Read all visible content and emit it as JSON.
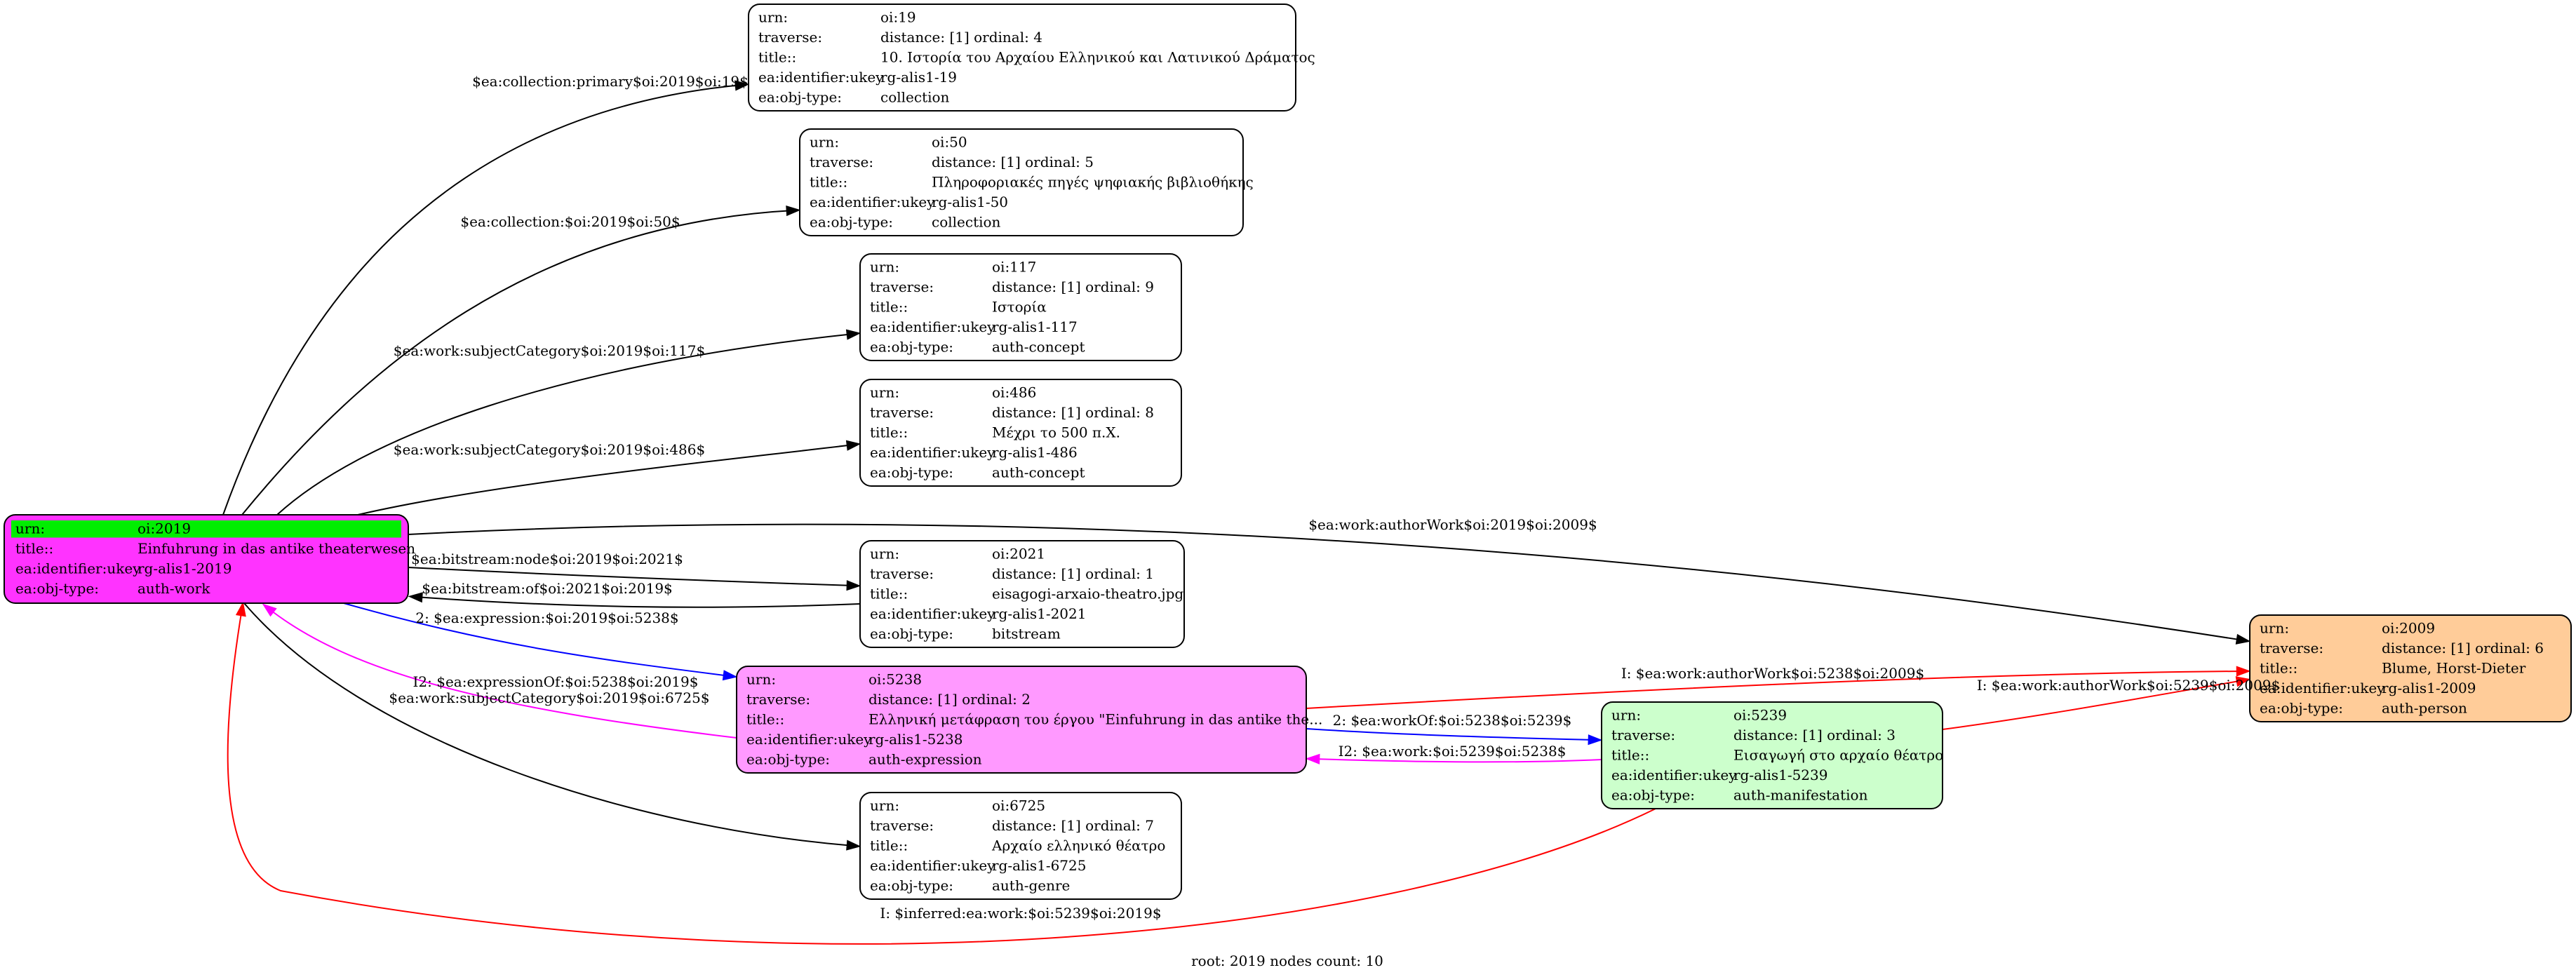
{
  "colors": {
    "root_fill": "#ff33ff",
    "root_highlight": "#00ee00",
    "expression_fill": "#ff99ff",
    "manifestation_fill": "#ccffcc",
    "person_fill": "#ffcc99",
    "default_fill": "#ffffff",
    "edge_black": "#000000",
    "edge_blue": "#0000ff",
    "edge_magenta": "#ff00ff",
    "edge_red": "#ff0000"
  },
  "nodes": [
    {
      "id": "oi2019",
      "fill": "root_fill",
      "highlight_first_row": true,
      "rows": [
        {
          "key": "urn:",
          "val": "oi:2019"
        },
        {
          "key": "title::",
          "val": "Einfuhrung in das antike theaterwesen"
        },
        {
          "key": "ea:identifier:ukey",
          "val": "rg-alis1-2019"
        },
        {
          "key": "ea:obj-type:",
          "val": "auth-work"
        }
      ]
    },
    {
      "id": "oi19",
      "fill": "default_fill",
      "rows": [
        {
          "key": "urn:",
          "val": "oi:19"
        },
        {
          "key": "traverse:",
          "val": "distance: [1]     ordinal: 4"
        },
        {
          "key": "title::",
          "val": "10. Ιστορία του Αρχαίου Ελληνικού και Λατινικού Δράματος"
        },
        {
          "key": "ea:identifier:ukey",
          "val": "rg-alis1-19"
        },
        {
          "key": "ea:obj-type:",
          "val": "collection"
        }
      ]
    },
    {
      "id": "oi50",
      "fill": "default_fill",
      "rows": [
        {
          "key": "urn:",
          "val": "oi:50"
        },
        {
          "key": "traverse:",
          "val": "distance: [1]     ordinal: 5"
        },
        {
          "key": "title::",
          "val": "Πληροφοριακές πηγές ψηφιακής βιβλιοθήκης"
        },
        {
          "key": "ea:identifier:ukey",
          "val": "rg-alis1-50"
        },
        {
          "key": "ea:obj-type:",
          "val": "collection"
        }
      ]
    },
    {
      "id": "oi117",
      "fill": "default_fill",
      "rows": [
        {
          "key": "urn:",
          "val": "oi:117"
        },
        {
          "key": "traverse:",
          "val": "distance: [1]     ordinal: 9"
        },
        {
          "key": "title::",
          "val": "Ιστορία"
        },
        {
          "key": "ea:identifier:ukey",
          "val": "rg-alis1-117"
        },
        {
          "key": "ea:obj-type:",
          "val": "auth-concept"
        }
      ]
    },
    {
      "id": "oi486",
      "fill": "default_fill",
      "rows": [
        {
          "key": "urn:",
          "val": "oi:486"
        },
        {
          "key": "traverse:",
          "val": "distance: [1]     ordinal: 8"
        },
        {
          "key": "title::",
          "val": "Μέχρι το 500 π.Χ."
        },
        {
          "key": "ea:identifier:ukey",
          "val": "rg-alis1-486"
        },
        {
          "key": "ea:obj-type:",
          "val": "auth-concept"
        }
      ]
    },
    {
      "id": "oi2021",
      "fill": "default_fill",
      "rows": [
        {
          "key": "urn:",
          "val": "oi:2021"
        },
        {
          "key": "traverse:",
          "val": "distance: [1]     ordinal: 1"
        },
        {
          "key": "title::",
          "val": "eisagogi-arxaio-theatro.jpg"
        },
        {
          "key": "ea:identifier:ukey",
          "val": "rg-alis1-2021"
        },
        {
          "key": "ea:obj-type:",
          "val": "bitstream"
        }
      ]
    },
    {
      "id": "oi5238",
      "fill": "expression_fill",
      "rows": [
        {
          "key": "urn:",
          "val": "oi:5238"
        },
        {
          "key": "traverse:",
          "val": "distance: [1]     ordinal: 2"
        },
        {
          "key": "title::",
          "val": "Ελληνική μετάφραση του έργου \"Einfuhrung in das antike the..."
        },
        {
          "key": "ea:identifier:ukey",
          "val": "rg-alis1-5238"
        },
        {
          "key": "ea:obj-type:",
          "val": "auth-expression"
        }
      ]
    },
    {
      "id": "oi6725",
      "fill": "default_fill",
      "rows": [
        {
          "key": "urn:",
          "val": "oi:6725"
        },
        {
          "key": "traverse:",
          "val": "distance: [1]     ordinal: 7"
        },
        {
          "key": "title::",
          "val": "Αρχαίο ελληνικό θέατρο"
        },
        {
          "key": "ea:identifier:ukey",
          "val": "rg-alis1-6725"
        },
        {
          "key": "ea:obj-type:",
          "val": "auth-genre"
        }
      ]
    },
    {
      "id": "oi5239",
      "fill": "manifestation_fill",
      "rows": [
        {
          "key": "urn:",
          "val": "oi:5239"
        },
        {
          "key": "traverse:",
          "val": "distance: [1]     ordinal: 3"
        },
        {
          "key": "title::",
          "val": "Εισαγωγή στο αρχαίο θέατρο"
        },
        {
          "key": "ea:identifier:ukey",
          "val": "rg-alis1-5239"
        },
        {
          "key": "ea:obj-type:",
          "val": "auth-manifestation"
        }
      ]
    },
    {
      "id": "oi2009",
      "fill": "person_fill",
      "rows": [
        {
          "key": "urn:",
          "val": "oi:2009"
        },
        {
          "key": "traverse:",
          "val": "distance: [1]     ordinal: 6"
        },
        {
          "key": "title::",
          "val": "Blume, Horst-Dieter"
        },
        {
          "key": "ea:identifier:ukey",
          "val": "rg-alis1-2009"
        },
        {
          "key": "ea:obj-type:",
          "val": "auth-person"
        }
      ]
    }
  ],
  "edges": [
    {
      "id": "e1",
      "from": "oi2019",
      "to": "oi19",
      "color": "edge_black",
      "label": "$ea:collection:primary$oi:2019$oi:19$"
    },
    {
      "id": "e2",
      "from": "oi2019",
      "to": "oi50",
      "color": "edge_black",
      "label": "$ea:collection:$oi:2019$oi:50$"
    },
    {
      "id": "e3",
      "from": "oi2019",
      "to": "oi117",
      "color": "edge_black",
      "label": "$ea:work:subjectCategory$oi:2019$oi:117$"
    },
    {
      "id": "e4",
      "from": "oi2019",
      "to": "oi486",
      "color": "edge_black",
      "label": "$ea:work:subjectCategory$oi:2019$oi:486$"
    },
    {
      "id": "e5",
      "from": "oi2019",
      "to": "oi2009",
      "color": "edge_black",
      "label": "$ea:work:authorWork$oi:2019$oi:2009$"
    },
    {
      "id": "e6",
      "from": "oi2019",
      "to": "oi2021",
      "color": "edge_black",
      "label": "$ea:bitstream:node$oi:2019$oi:2021$"
    },
    {
      "id": "e7",
      "from": "oi2021",
      "to": "oi2019",
      "color": "edge_black",
      "label": "$ea:bitstream:of$oi:2021$oi:2019$"
    },
    {
      "id": "e8",
      "from": "oi2019",
      "to": "oi5238",
      "color": "edge_blue",
      "label": "2: $ea:expression:$oi:2019$oi:5238$"
    },
    {
      "id": "e9",
      "from": "oi5238",
      "to": "oi2019",
      "color": "edge_magenta",
      "label": "I2: $ea:expressionOf:$oi:5238$oi:2019$"
    },
    {
      "id": "e10",
      "from": "oi2019",
      "to": "oi6725",
      "color": "edge_black",
      "label": "$ea:work:subjectCategory$oi:2019$oi:6725$"
    },
    {
      "id": "e11",
      "from": "oi5238",
      "to": "oi2009",
      "color": "edge_red",
      "label": "I: $ea:work:authorWork$oi:5238$oi:2009$"
    },
    {
      "id": "e12",
      "from": "oi5238",
      "to": "oi5239",
      "color": "edge_blue",
      "label": "2: $ea:workOf:$oi:5238$oi:5239$"
    },
    {
      "id": "e13",
      "from": "oi5239",
      "to": "oi5238",
      "color": "edge_magenta",
      "label": "I2: $ea:work:$oi:5239$oi:5238$"
    },
    {
      "id": "e14",
      "from": "oi5239",
      "to": "oi2009",
      "color": "edge_red",
      "label": "I: $ea:work:authorWork$oi:5239$oi:2009$"
    },
    {
      "id": "e15",
      "from": "oi5239",
      "to": "oi2019",
      "color": "edge_red",
      "label": "I: $inferred:ea:work:$oi:5239$oi:2019$"
    }
  ],
  "footer": "root: 2019 nodes count: 10"
}
